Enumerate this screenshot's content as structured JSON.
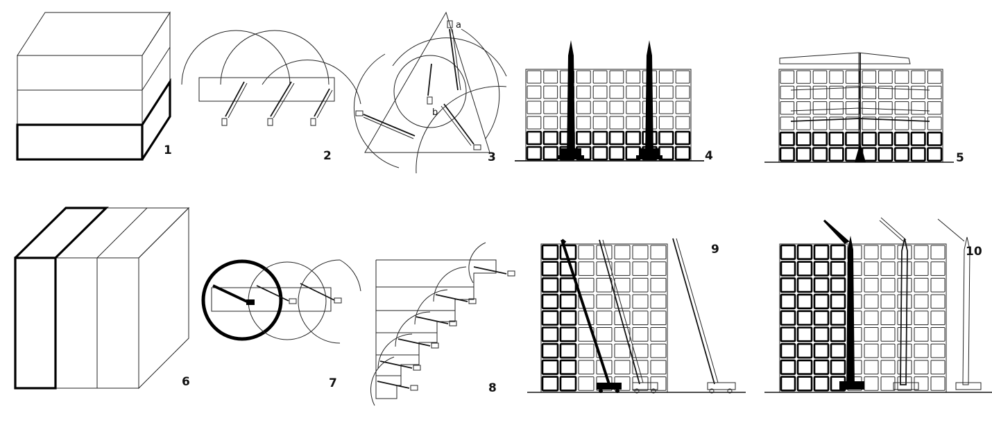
{
  "figures": [
    {
      "id": "1",
      "label": "1"
    },
    {
      "id": "2",
      "label": "2"
    },
    {
      "id": "3",
      "label": "3",
      "point_labels": [
        "a",
        "b"
      ]
    },
    {
      "id": "4",
      "label": "4"
    },
    {
      "id": "5",
      "label": "5"
    },
    {
      "id": "6",
      "label": "6"
    },
    {
      "id": "7",
      "label": "7"
    },
    {
      "id": "8",
      "label": "8"
    },
    {
      "id": "9",
      "label": "9"
    },
    {
      "id": "10",
      "label": "10"
    }
  ]
}
